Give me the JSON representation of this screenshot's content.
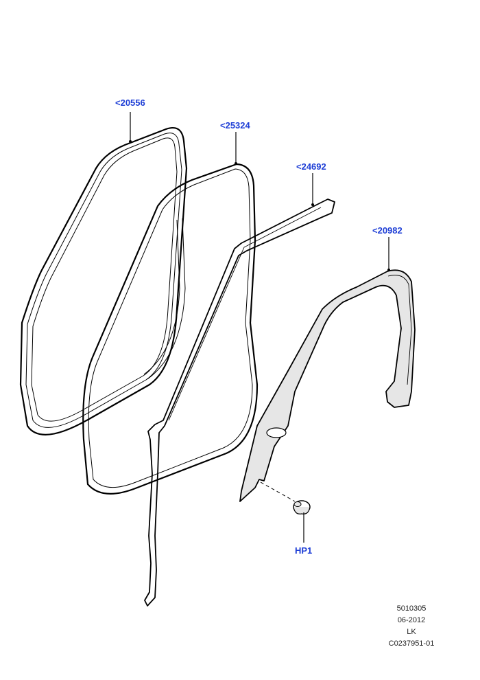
{
  "callouts": {
    "seal_outer": "<20556",
    "seal_inner": "<25324",
    "strip": "<24692",
    "trim": "<20982",
    "fastener": "HP1"
  },
  "colors": {
    "callout": "#1f3fd6",
    "line": "#000000",
    "shade": "#e6e6e6"
  },
  "info": {
    "line1": "5010305",
    "line2": "06-2012",
    "line3": "LK",
    "line4": "C0237951-01"
  }
}
